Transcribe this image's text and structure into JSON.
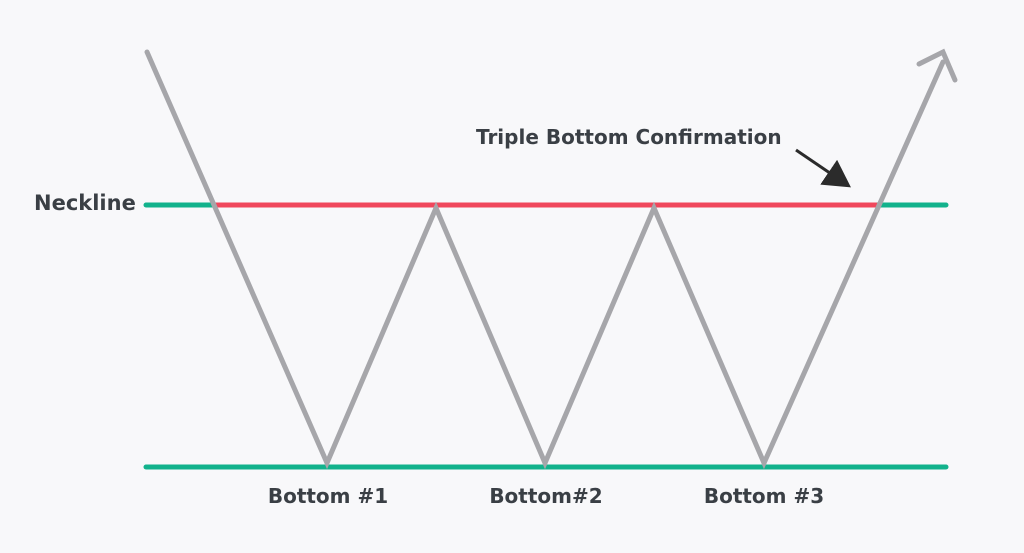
{
  "labels": {
    "neckline": "Neckline",
    "confirmation": "Triple Bottom Confirmation",
    "bottom1": "Bottom #1",
    "bottom2": "Bottom#2",
    "bottom3": "Bottom #3"
  },
  "colors": {
    "background": "#f8f8fa",
    "neckline_line": "#12b28c",
    "neckline_segment_between_peaks": "#f0475c",
    "price_path": "#a6a6aa",
    "text": "#3a3f45",
    "arrow": "#2b2b2b"
  }
}
